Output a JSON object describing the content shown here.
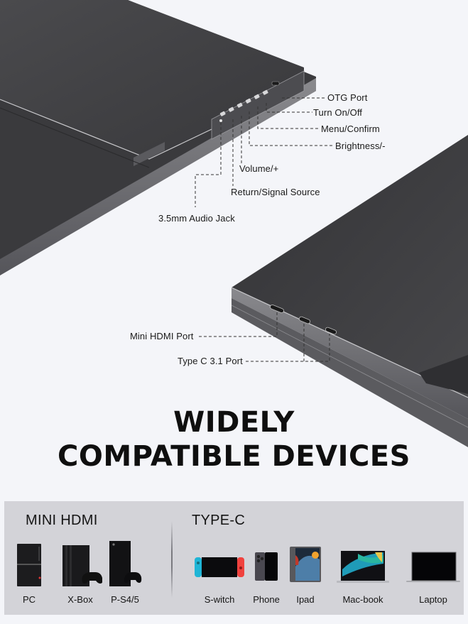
{
  "callouts": {
    "top_side": [
      {
        "id": "otg",
        "label": "OTG Port"
      },
      {
        "id": "power",
        "label": "Turn On/Off"
      },
      {
        "id": "menu",
        "label": "Menu/Confirm"
      },
      {
        "id": "brightness",
        "label": "Brightness/-"
      },
      {
        "id": "volume",
        "label": "Volume/+"
      },
      {
        "id": "return",
        "label": "Return/Signal Source"
      },
      {
        "id": "audio",
        "label": "3.5mm Audio Jack"
      }
    ],
    "bottom_side": [
      {
        "id": "hdmi",
        "label": "Mini HDMI Port"
      },
      {
        "id": "typec",
        "label": "Type C 3.1 Port"
      }
    ]
  },
  "headline": {
    "line1": "WIDELY",
    "line2": "COMPATIBLE DEVICES"
  },
  "compatibility": {
    "mini_hdmi": {
      "title": "MINI HDMI",
      "devices": [
        {
          "name": "PC",
          "icon": "desktop-tower-icon"
        },
        {
          "name": "X-Box",
          "icon": "playstation-console-icon"
        },
        {
          "name": "P-S4/5",
          "icon": "xbox-console-icon"
        }
      ]
    },
    "type_c": {
      "title": "TYPE-C",
      "devices": [
        {
          "name": "S-witch",
          "icon": "switch-console-icon"
        },
        {
          "name": "Phone",
          "icon": "smartphone-icon"
        },
        {
          "name": "Ipad",
          "icon": "tablet-icon"
        },
        {
          "name": "Mac-book",
          "icon": "macbook-icon"
        },
        {
          "name": "Laptop",
          "icon": "laptop-icon"
        }
      ]
    }
  },
  "colors": {
    "background": "#f4f5f9",
    "device_body": "#3d3d40",
    "panel": "#d3d3d8",
    "text": "#111111",
    "switch_left": "#1fb5d6",
    "switch_right": "#f0423e"
  }
}
